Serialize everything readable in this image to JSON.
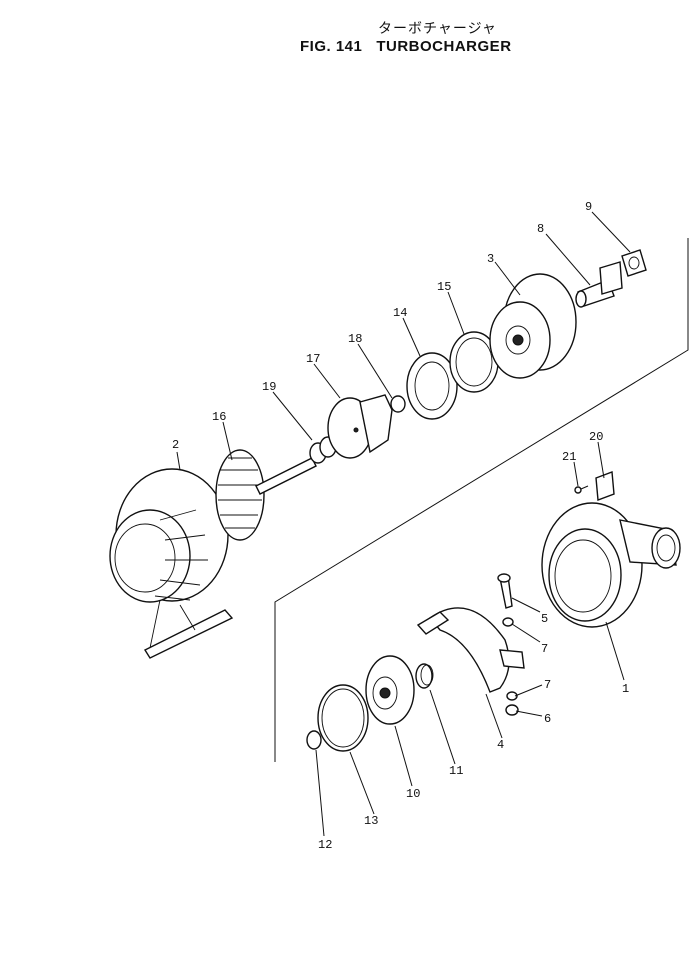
{
  "header": {
    "title_jp": "ターボチャージャ",
    "fig_no": "FIG. 141",
    "title": "TURBOCHARGER"
  },
  "callouts": [
    "1",
    "2",
    "3",
    "4",
    "5",
    "6",
    "7",
    "7",
    "8",
    "9",
    "10",
    "11",
    "12",
    "13",
    "14",
    "15",
    "16",
    "17",
    "18",
    "19",
    "20",
    "21"
  ]
}
